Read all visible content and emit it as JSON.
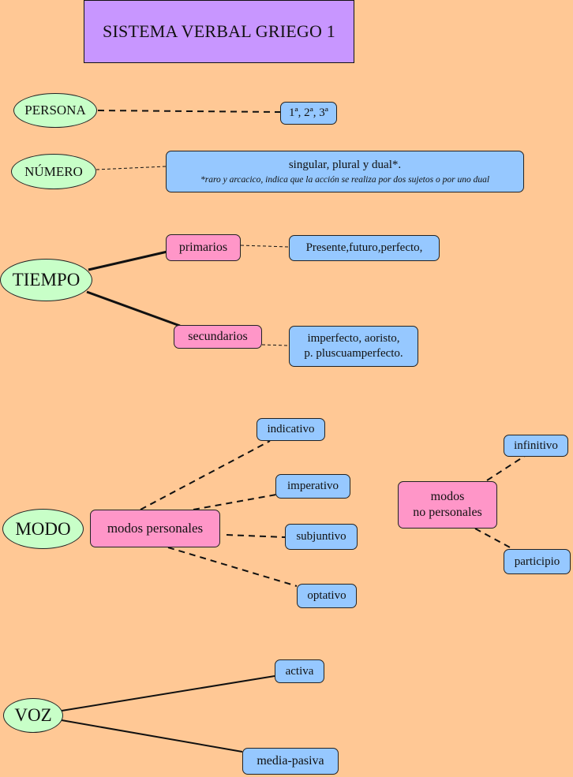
{
  "colors": {
    "background": "#ffc895",
    "title_fill": "#c896ff",
    "concept_ellipse": "#c8ffc8",
    "category_box": "#ff96c8",
    "value_box": "#96c8ff"
  },
  "title": "SISTEMA VERBAL GRIEGO 1",
  "persona": {
    "label": "PERSONA",
    "values": "1ª, 2ª, 3ª"
  },
  "numero": {
    "label": "NÚMERO",
    "values": "singular,  plural y dual*.",
    "note": "*raro y arcacico, indica que la acción se realiza por dos sujetos o por  uno dual"
  },
  "tiempo": {
    "label": "TIEMPO",
    "primarios": {
      "label": "primarios",
      "values": "Presente,futuro,perfecto,"
    },
    "secundarios": {
      "label": "secundarios",
      "values_line1": "imperfecto, aoristo,",
      "values_line2": "p. pluscuamperfecto."
    }
  },
  "modo": {
    "label": "MODO",
    "personales": {
      "label": "modos personales",
      "items": [
        "indicativo",
        "imperativo",
        "subjuntivo",
        "optativo"
      ]
    },
    "no_personales": {
      "label_line1": "modos",
      "label_line2": "no personales",
      "items": [
        "infinitivo",
        "participio"
      ]
    }
  },
  "voz": {
    "label": "VOZ",
    "items": [
      "activa",
      "media-pasiva"
    ]
  }
}
